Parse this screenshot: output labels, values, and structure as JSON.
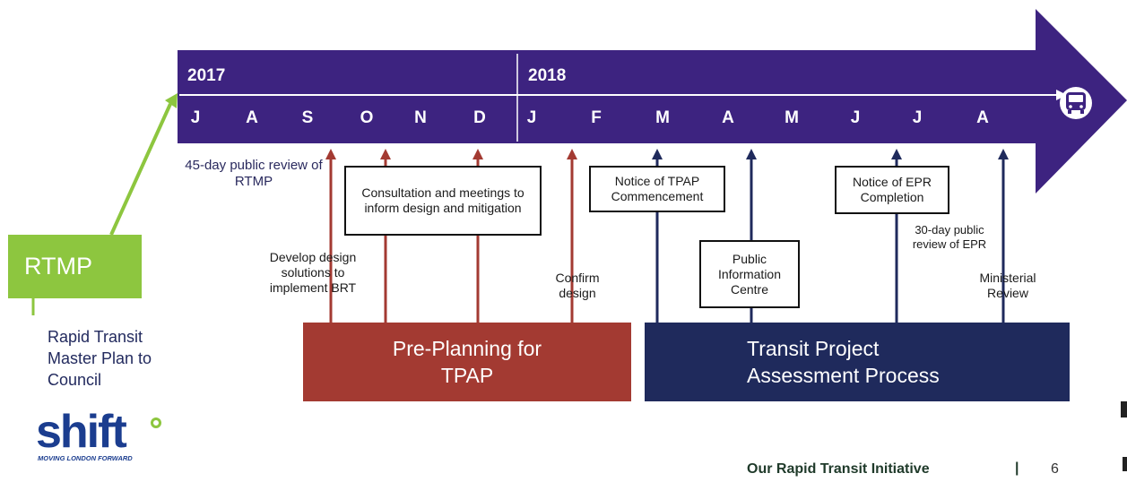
{
  "timeline": {
    "year_2017": "2017",
    "year_2018": "2018",
    "months": [
      "J",
      "A",
      "S",
      "O",
      "N",
      "D",
      "J",
      "F",
      "M",
      "A",
      "M",
      "J",
      "J",
      "A"
    ]
  },
  "annotations": {
    "public_review_rtmp": "45-day public review of RTMP",
    "consultation": "Consultation and meetings to inform design and mitigation",
    "develop_design": "Develop design solutions to implement BRT",
    "confirm_design": "Confirm design",
    "notice_tpap": "Notice of TPAP Commencement",
    "public_info": "Public Information Centre",
    "notice_epr": "Notice of EPR Completion",
    "review_epr": "30-day public review of EPR",
    "ministerial": "Ministerial Review"
  },
  "rtmp": {
    "label": "RTMP",
    "description": "Rapid Transit Master Plan to Council"
  },
  "phases": {
    "preplanning": [
      "Pre-Planning for",
      "TPAP"
    ],
    "tpap": [
      "Transit Project",
      "Assessment Process"
    ]
  },
  "footer": {
    "logo_text": "shift",
    "logo_tagline": "MOVING LONDON FORWARD",
    "initiative": "Our Rapid Transit Initiative",
    "separator": "|",
    "page_number": "6"
  },
  "colors": {
    "arrow": "#3d2380",
    "red": "#a33a32",
    "navy": "#1f2a5c",
    "green": "#8dc63f",
    "logo_blue": "#1b3d8f"
  }
}
